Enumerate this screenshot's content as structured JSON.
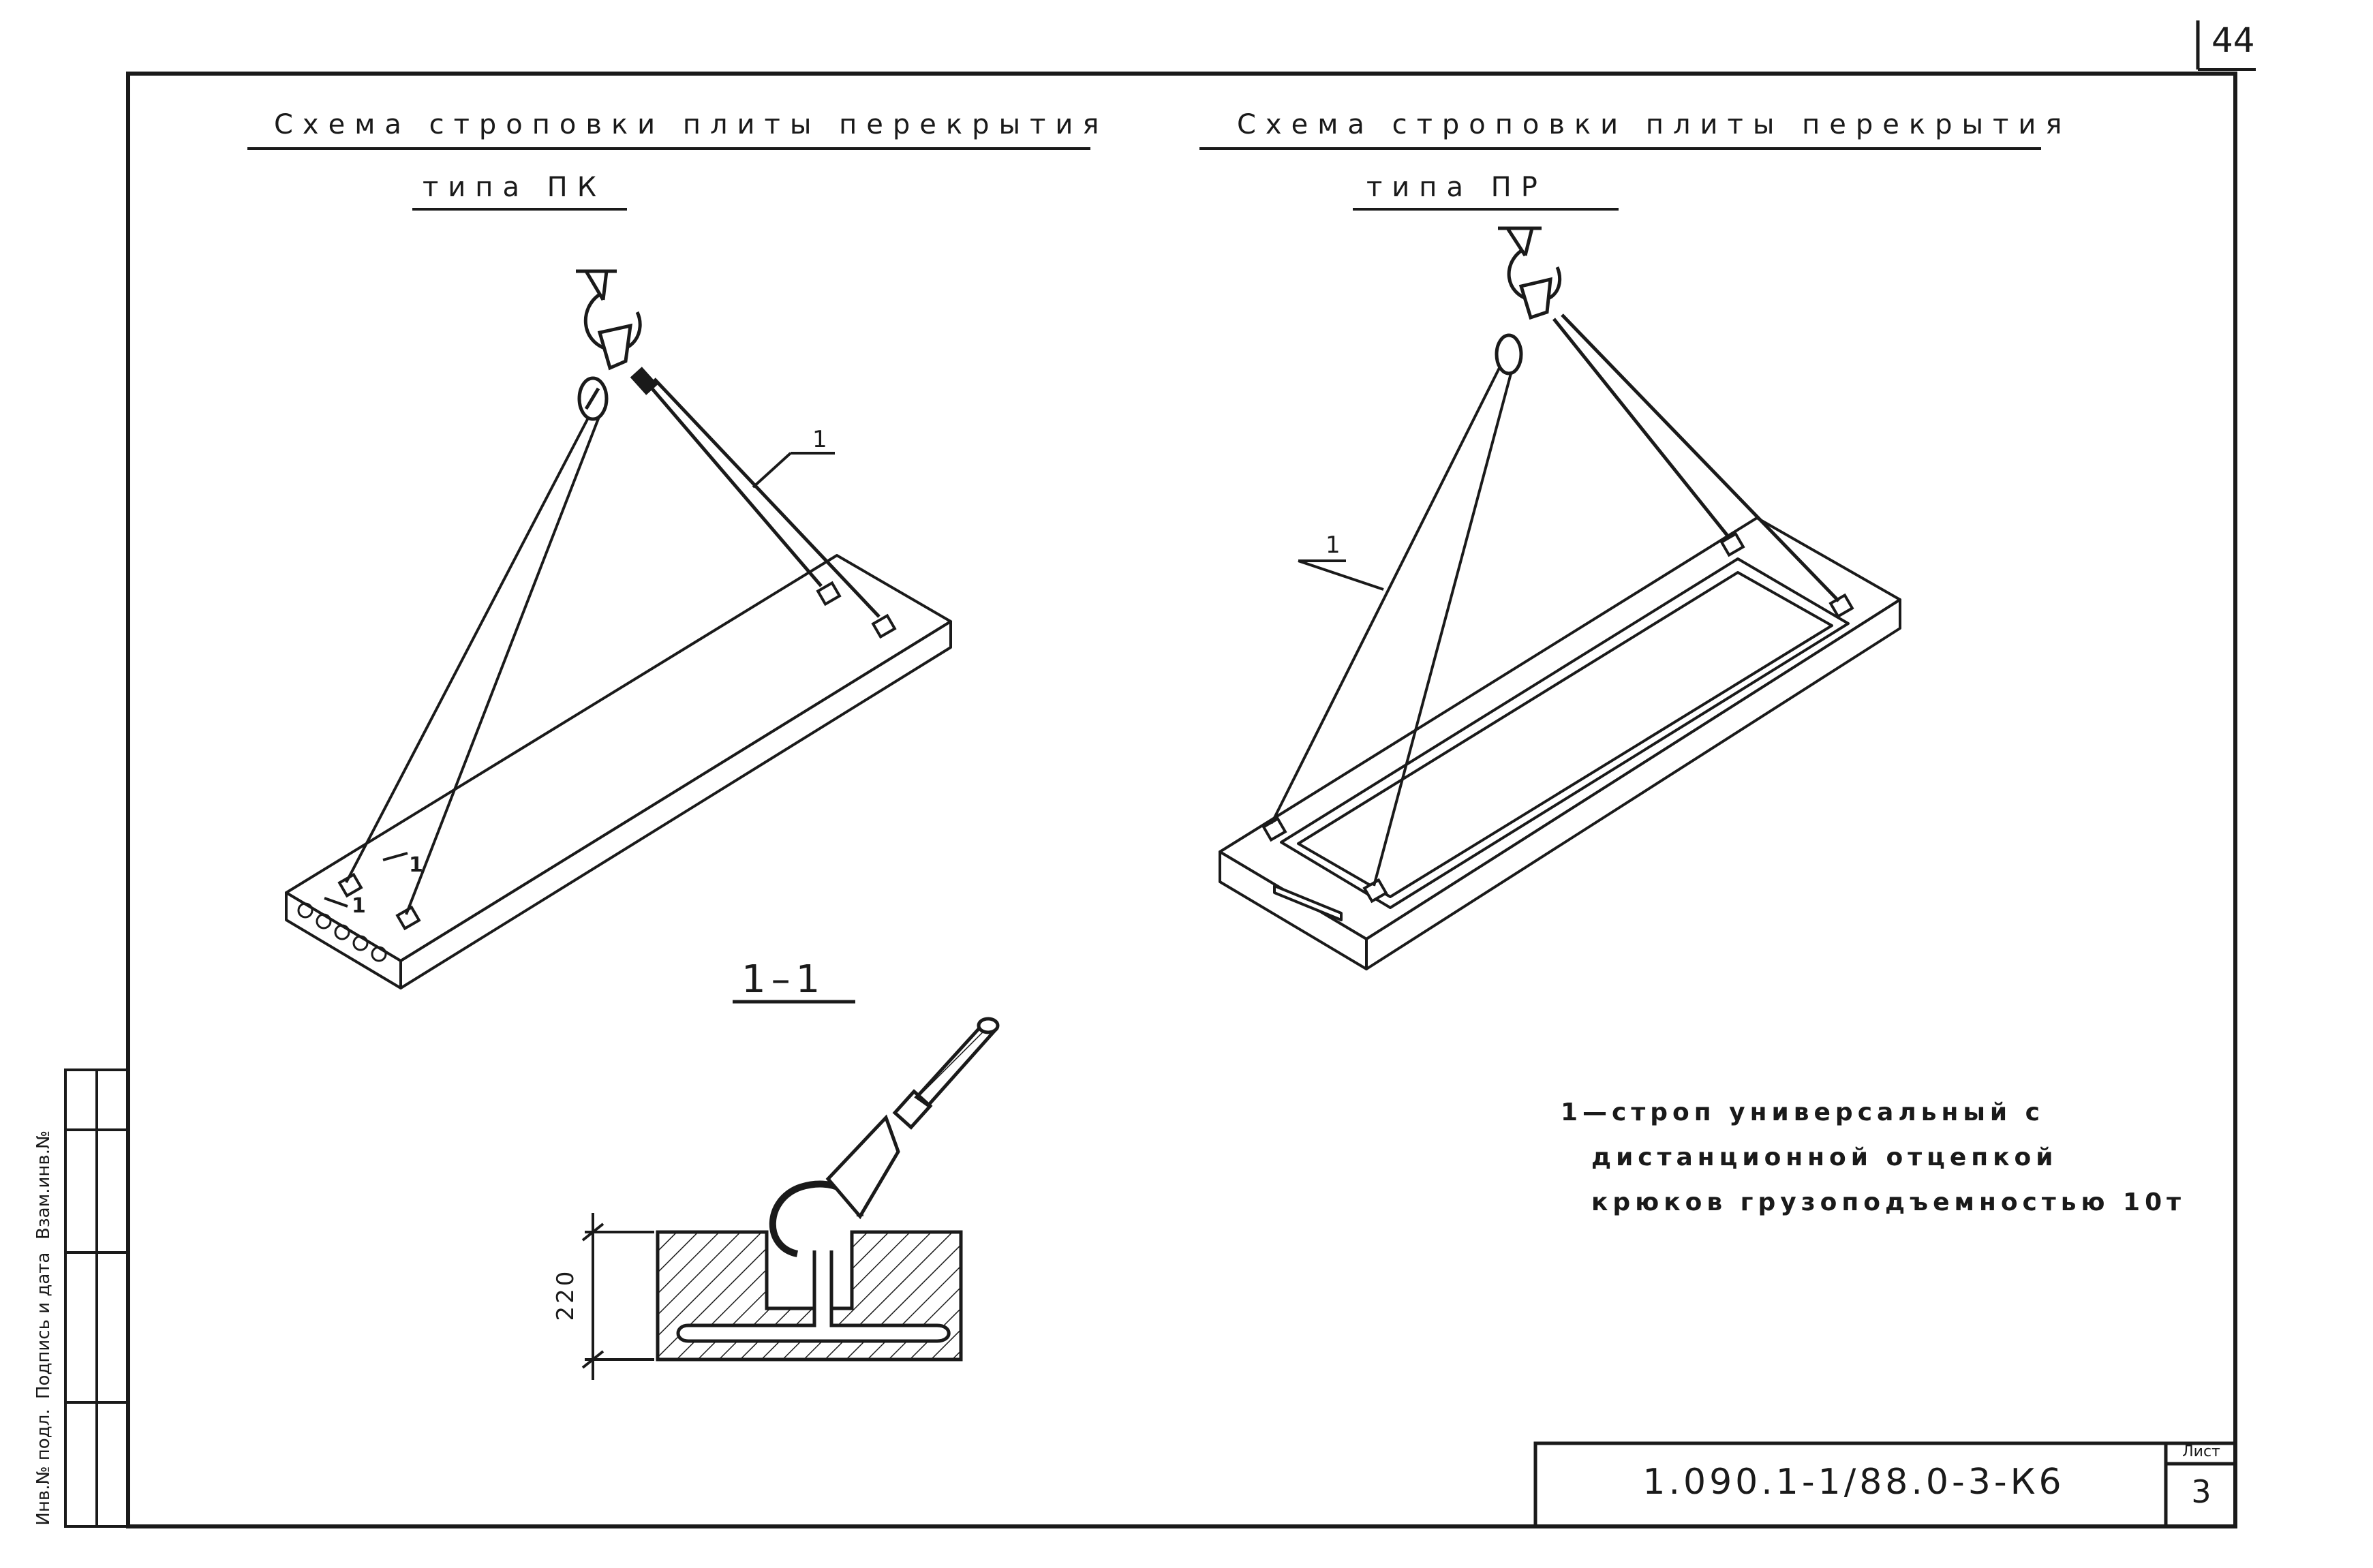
{
  "sheet": {
    "corner_number": "44",
    "designation": "1.090.1-1/88.0-3-К6",
    "sheet_label": "Лист",
    "sheet_number": "3"
  },
  "left_schema": {
    "title_line1": "Схема строповки плиты перекрытия",
    "title_line2": "типа ПК",
    "callout": "1",
    "section_mark": "1",
    "section_title": "1–1",
    "dimension": "220"
  },
  "right_schema": {
    "title_line1": "Схема строповки плиты перекрытия",
    "title_line2": "типа ПР",
    "callout": "1"
  },
  "legend": {
    "line1": "1—строп универсальный с",
    "line2": "дистанционной отцепкой",
    "line3": "крюков грузоподъемностью 10т"
  },
  "stamp_column": {
    "cell1": "Инв.№ подл.",
    "cell2": "Подпись и дата",
    "cell3": "Взам.инв.№"
  }
}
